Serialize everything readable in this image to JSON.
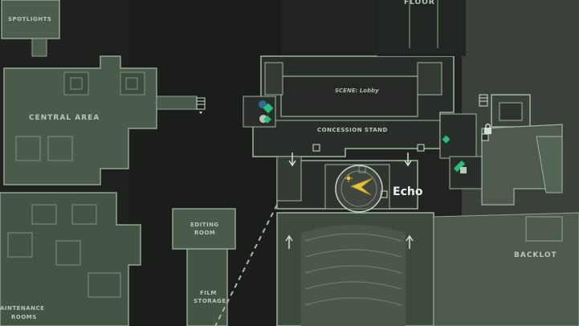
{
  "map": {
    "labels": {
      "floor": "FLOOR",
      "spotlights": "SPOTLIGHTS",
      "central_area": "CENTRAL AREA",
      "concession_stand": "CONCESSION STAND",
      "editing_room_1": "EDITING",
      "editing_room_2": "ROOM",
      "film_storage_1": "FILM",
      "film_storage_2": "STORAGE",
      "backlot": "BACKLOT",
      "maintenance_1": "AINTENANCE",
      "maintenance_2": "ROOMS",
      "scene": "SCENE: Lobby"
    },
    "player": {
      "name": "Echo"
    },
    "colors": {
      "background": "#1b1d1b",
      "room_fill": "#4b5a4b",
      "room_edge": "#8fa68e",
      "label": "#b7c8b6",
      "accent_green": "#25c07a",
      "player_arrow": "#e3c33a"
    },
    "icons": [
      "stairs-icon",
      "padlock-icon",
      "save-point-icon",
      "objective-icon",
      "door-marker-icon",
      "player-arrow-icon"
    ]
  }
}
